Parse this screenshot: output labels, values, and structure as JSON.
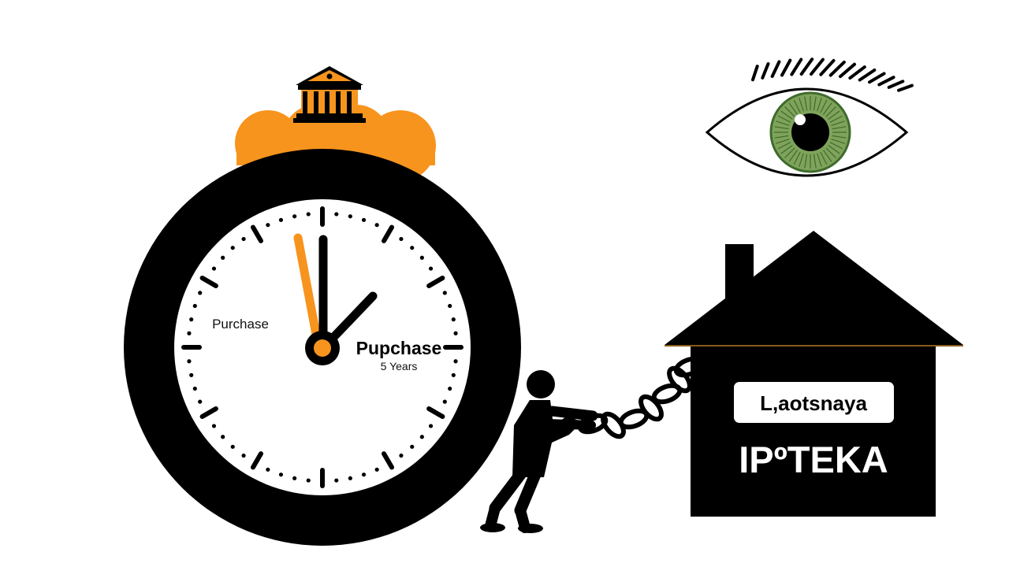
{
  "clock": {
    "left_label": "Purchase",
    "right_label": "Pupchase",
    "right_sublabel": "5 Years"
  },
  "house": {
    "sign_label": "L,aotsnaya",
    "title": "IPºTEKA"
  },
  "colors": {
    "accent_orange": "#F7941D",
    "ink_black": "#000000",
    "iris_green": "#7FA35B",
    "background": "#FFFFFF"
  },
  "icons": [
    "bank-icon",
    "cloud",
    "alarm-clock",
    "eye-icon",
    "person",
    "chain",
    "house-icon"
  ]
}
